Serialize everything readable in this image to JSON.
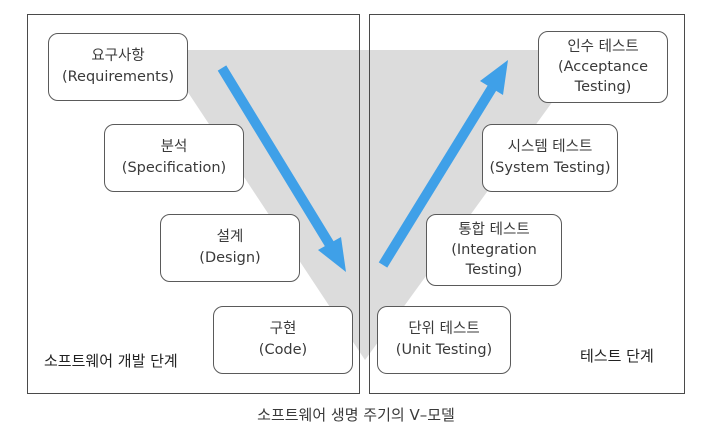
{
  "diagram": {
    "left_phase_label": "소프트웨어 개발 단계",
    "right_phase_label": "테스트 단계",
    "caption": "소프트웨어 생명 주기의 V–모델",
    "colors": {
      "arrow": "#3fa0e8",
      "triangle": "#dcdcdc",
      "border": "#4a4a4a"
    },
    "development_steps": [
      {
        "name": "요구사항",
        "english": "(Requirements)"
      },
      {
        "name": "분석",
        "english": "(Specification)"
      },
      {
        "name": "설계",
        "english": "(Design)"
      },
      {
        "name": "구현",
        "english": "(Code)"
      }
    ],
    "testing_steps": [
      {
        "name": "단위 테스트",
        "english": "(Unit Testing)"
      },
      {
        "name": "통합 테스트",
        "english": "(Integration",
        "english2": "Testing)"
      },
      {
        "name": "시스템 테스트",
        "english": "(System Testing)"
      },
      {
        "name": "인수 테스트",
        "english": "(Acceptance",
        "english2": "Testing)"
      }
    ]
  }
}
